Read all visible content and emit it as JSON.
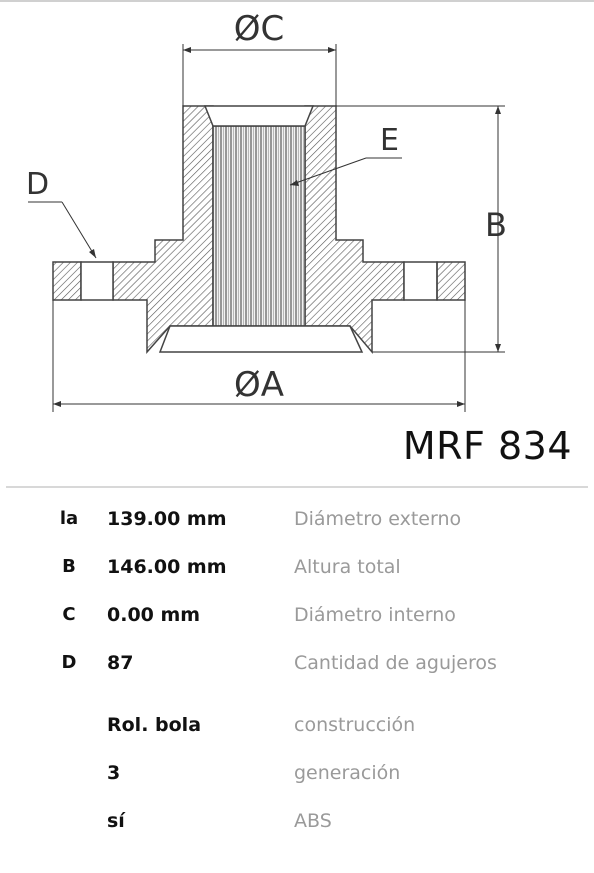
{
  "drawing": {
    "label_c": "ØC",
    "label_a": "ØA",
    "label_b": "B",
    "label_d": "D",
    "label_e": "E"
  },
  "part_code": "MRF 834",
  "specs": [
    {
      "key": "la",
      "value": "139.00 mm",
      "description": "Diámetro externo"
    },
    {
      "key": "B",
      "value": "146.00 mm",
      "description": "Altura total"
    },
    {
      "key": "C",
      "value": "0.00 mm",
      "description": "Diámetro interno"
    },
    {
      "key": "D",
      "value": "87",
      "description": "Cantidad de agujeros"
    },
    {
      "key": "",
      "value": "Rol. bola",
      "description": "construcción"
    },
    {
      "key": "",
      "value": "3",
      "description": "generación"
    },
    {
      "key": "",
      "value": "sí",
      "description": "ABS"
    }
  ],
  "colors": {
    "text": "#111111",
    "muted": "#9a9a9a",
    "rule": "#d8d8d8"
  }
}
